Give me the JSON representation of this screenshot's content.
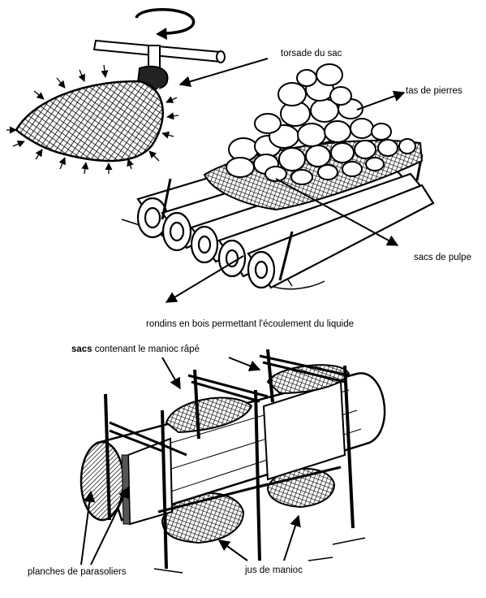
{
  "labels": {
    "torsade": "torsade du sac",
    "tas": "tas de pierres",
    "sacs_pulpe": "sacs de pulpe",
    "rondins": "rondins en bois permettant l'écoulement du liquide",
    "sacs_contenant_bold": "sacs",
    "sacs_contenant_rest": " contenant le manioc râpé",
    "planches": "planches de parasoliers",
    "jus": "jus de manioc"
  },
  "colors": {
    "ink": "#000000",
    "paper": "#ffffff",
    "shade": "#6b6b6b"
  }
}
